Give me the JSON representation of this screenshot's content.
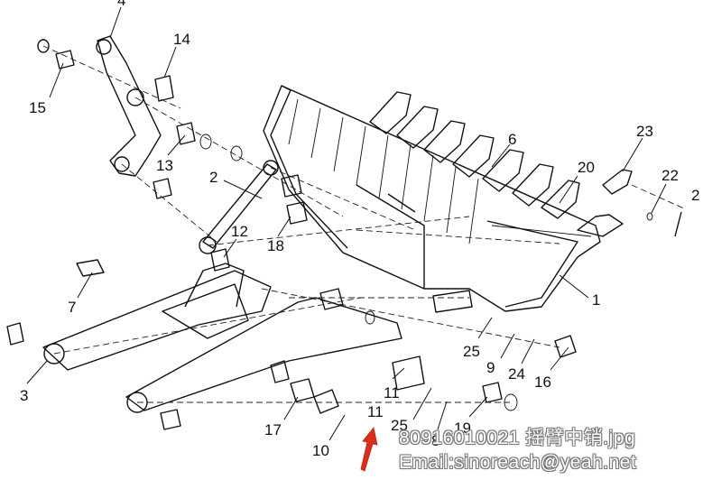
{
  "callouts": [
    {
      "id": "c4",
      "text": "4"
    },
    {
      "id": "c14",
      "text": "14"
    },
    {
      "id": "c15",
      "text": "15"
    },
    {
      "id": "c6",
      "text": "6"
    },
    {
      "id": "c23",
      "text": "23"
    },
    {
      "id": "c13",
      "text": "13"
    },
    {
      "id": "c2a",
      "text": "2"
    },
    {
      "id": "c20",
      "text": "20"
    },
    {
      "id": "c22",
      "text": "22"
    },
    {
      "id": "c2b",
      "text": "2"
    },
    {
      "id": "c12",
      "text": "12"
    },
    {
      "id": "c18",
      "text": "18"
    },
    {
      "id": "c7",
      "text": "7"
    },
    {
      "id": "c1",
      "text": "1"
    },
    {
      "id": "c25a",
      "text": "25"
    },
    {
      "id": "c9",
      "text": "9"
    },
    {
      "id": "c24",
      "text": "24"
    },
    {
      "id": "c16",
      "text": "16"
    },
    {
      "id": "c3",
      "text": "3"
    },
    {
      "id": "c11a",
      "text": "11"
    },
    {
      "id": "c11b",
      "text": "11"
    },
    {
      "id": "c17",
      "text": "17"
    },
    {
      "id": "c25b",
      "text": "25"
    },
    {
      "id": "c8",
      "text": "8"
    },
    {
      "id": "c19",
      "text": "19"
    },
    {
      "id": "c10",
      "text": "10"
    }
  ],
  "watermark": {
    "line1": "80916010021 摇臂中销.jpg",
    "line2": "Email:sinoreach@yeah.net"
  }
}
